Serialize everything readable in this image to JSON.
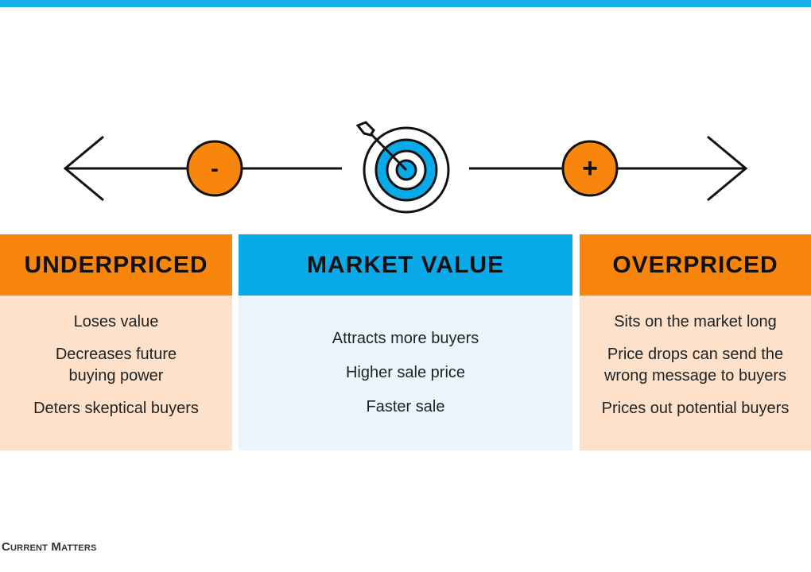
{
  "scale": {
    "minus_label": "-",
    "plus_label": "+",
    "target_icon": "target-arrow-icon",
    "colors": {
      "orange": "#f8860d",
      "blue": "#08aae9"
    }
  },
  "boxes": [
    {
      "title": "UNDERPRICED",
      "items": [
        "Loses value",
        "Decreases future\nbuying power",
        "Deters skeptical buyers"
      ]
    },
    {
      "title": "MARKET VALUE",
      "items": [
        "Attracts more buyers",
        "Higher sale price",
        "Faster sale"
      ]
    },
    {
      "title": "OVERPRICED",
      "items": [
        "Sits on the market long",
        "Price drops can send the\nwrong message to buyers",
        "Prices out potential buyers"
      ]
    }
  ],
  "brand": "Current Matters"
}
